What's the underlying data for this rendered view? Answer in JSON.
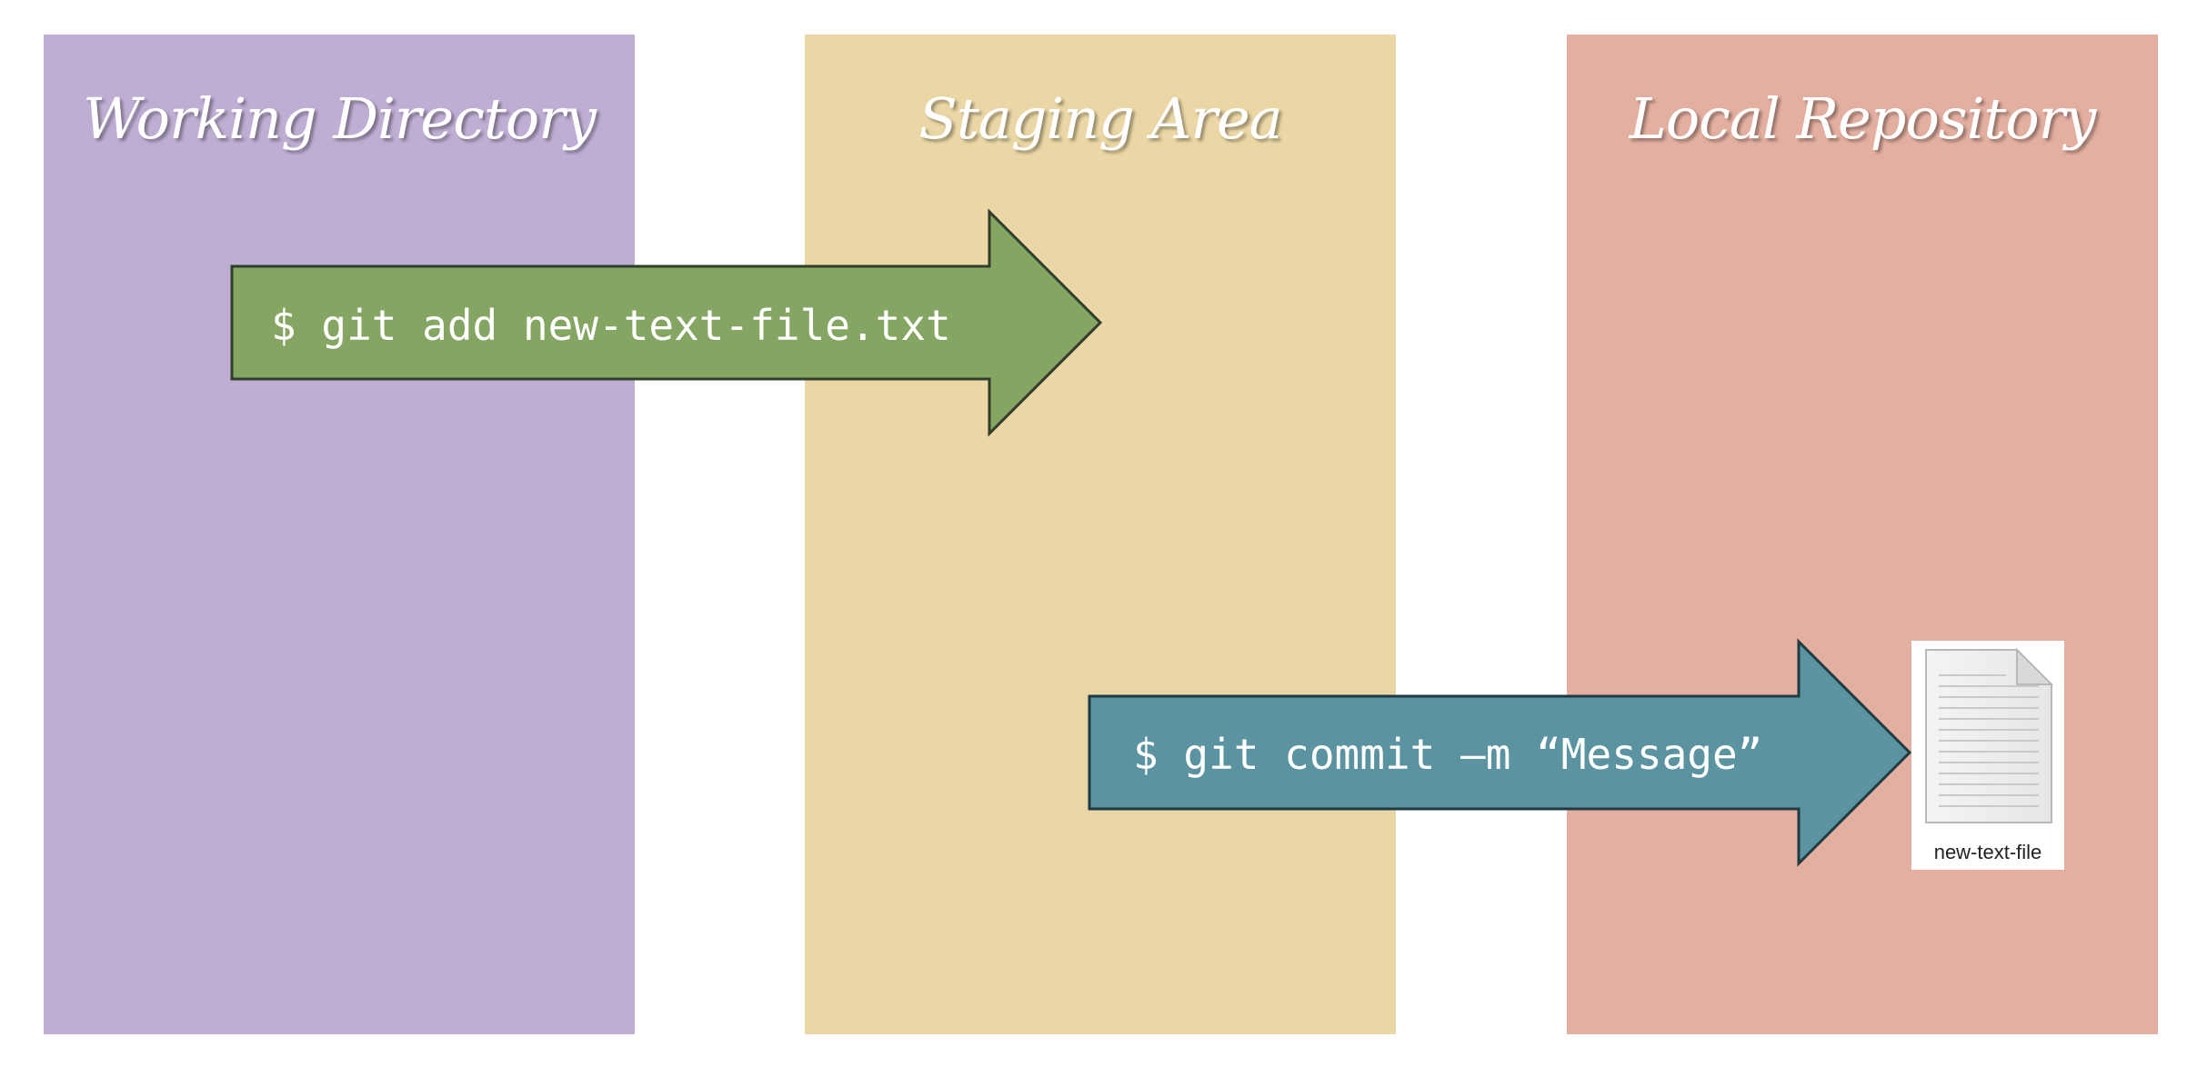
{
  "columns": [
    {
      "title": "Working Directory",
      "color": "#bfaed3"
    },
    {
      "title": "Staging Area",
      "color": "#ead7a5"
    },
    {
      "title": "Local Repository",
      "color": "#e3afa0"
    }
  ],
  "arrows": [
    {
      "label": "$ git add new-text-file.txt",
      "fill": "#85a563",
      "stroke": "#2f3d2a"
    },
    {
      "label": "$ git commit –m “Message”",
      "fill": "#5b94a0",
      "stroke": "#1f3a40"
    }
  ],
  "file": {
    "label": "new-text-file",
    "icon": "text-file-icon"
  }
}
